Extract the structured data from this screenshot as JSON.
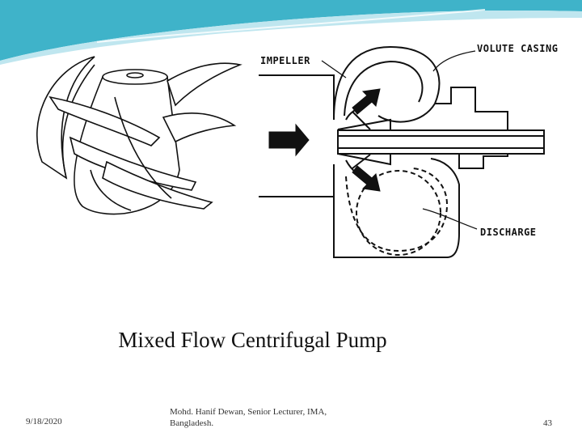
{
  "slide": {
    "labels": {
      "impeller": "IMPELLER",
      "volute_casing": "VOLUTE CASING",
      "discharge": "DISCHARGE"
    },
    "caption": "Mixed Flow Centrifugal Pump",
    "footer": {
      "date": "9/18/2020",
      "author": "Mohd. Hanif Dewan, Senior Lecturer, IMA, Bangladesh.",
      "page": "43"
    }
  },
  "colors": {
    "wave_dark": "#3fb3c9",
    "wave_light": "#bfe6ef",
    "ink": "#111111"
  }
}
